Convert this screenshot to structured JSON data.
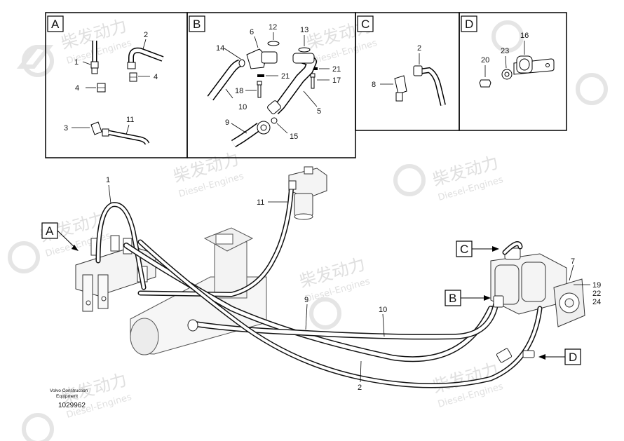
{
  "watermark": {
    "cn": "柴发动力",
    "en": "Diesel-Engines"
  },
  "detail_panels": {
    "A": {
      "letter": "A",
      "callouts": [
        "1",
        "2",
        "4",
        "4",
        "3",
        "11"
      ]
    },
    "B": {
      "letter": "B",
      "callouts": [
        "6",
        "12",
        "13",
        "14",
        "21",
        "21",
        "18",
        "17",
        "10",
        "5",
        "9",
        "15"
      ]
    },
    "C": {
      "letter": "C",
      "callouts": [
        "2",
        "8"
      ]
    },
    "D": {
      "letter": "D",
      "callouts": [
        "16",
        "20",
        "23"
      ]
    }
  },
  "main_view": {
    "flags": [
      "A",
      "B",
      "C",
      "D"
    ],
    "callouts": [
      "1",
      "11",
      "9",
      "10",
      "2",
      "7",
      "19",
      "22",
      "24"
    ]
  },
  "footer": {
    "company_line1": "Volvo Construction",
    "company_line2": "Equipment",
    "drawing_number": "1029962"
  }
}
